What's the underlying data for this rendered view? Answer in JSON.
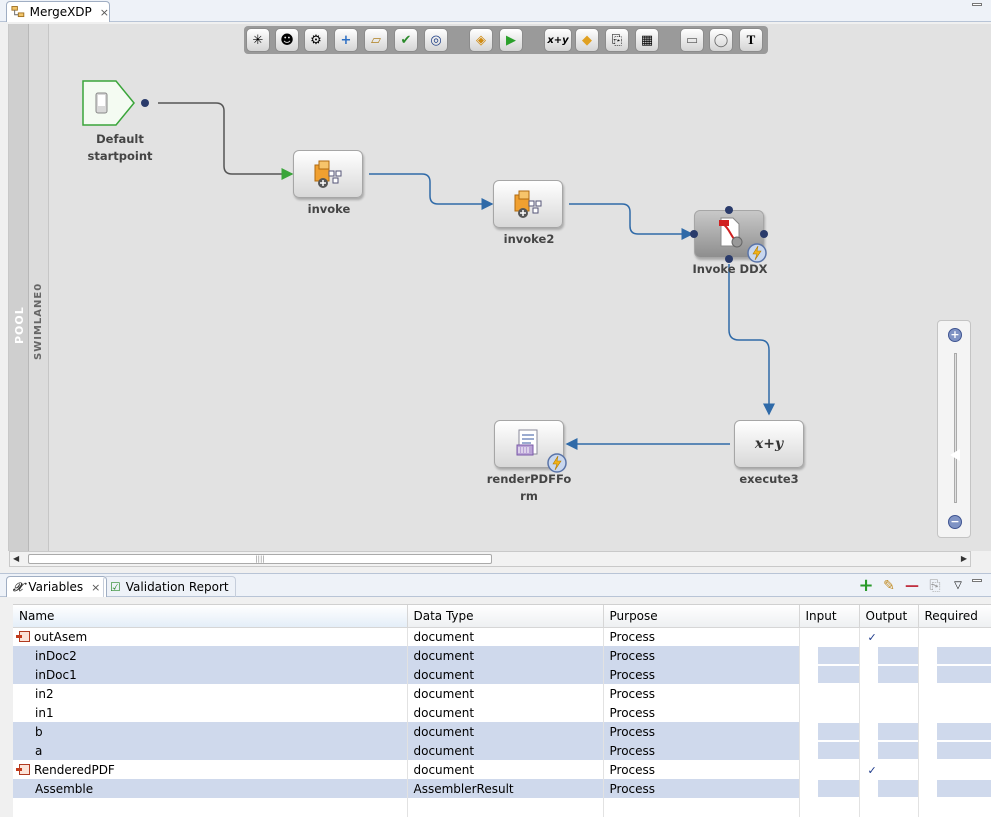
{
  "editor": {
    "tab_title": "MergeXDP",
    "close_glyph": "×"
  },
  "canvas": {
    "pool_label": "POOL",
    "swimlane_label": "SWIMLANE0",
    "palette_tools": [
      {
        "icon": "activity-picker-icon",
        "glyph": "✳"
      },
      {
        "icon": "user-icon",
        "glyph": "☻"
      },
      {
        "icon": "service-icon",
        "glyph": "⚙"
      },
      {
        "icon": "add-icon",
        "glyph": "+"
      },
      {
        "icon": "folder-icon",
        "glyph": "▱"
      },
      {
        "icon": "validate-icon",
        "glyph": "✔"
      },
      {
        "icon": "end-event-icon",
        "glyph": "◎"
      },
      {
        "icon": "gateway-icon",
        "glyph": "◈"
      },
      {
        "icon": "start-route-icon",
        "glyph": "▶"
      },
      {
        "icon": "set-value-icon",
        "glyph": "x+y"
      },
      {
        "icon": "decision-icon",
        "glyph": "◆"
      },
      {
        "icon": "subprocess-icon",
        "glyph": "⎘"
      },
      {
        "icon": "table-icon",
        "glyph": "▦"
      },
      {
        "icon": "rectangle-shape-icon",
        "glyph": "▭"
      },
      {
        "icon": "circle-shape-icon",
        "glyph": "◯"
      },
      {
        "icon": "text-annotation-icon",
        "glyph": "T"
      }
    ],
    "start_point": {
      "label_line1": "Default",
      "label_line2": "startpoint"
    },
    "nodes": {
      "invoke": "invoke",
      "invoke2": "invoke2",
      "invoke_ddx": "Invoke DDX",
      "execute3": "execute3",
      "render_line1": "renderPDFFo",
      "render_line2": "rm",
      "setvalue_glyph": "x+y"
    },
    "zoom": {
      "plus": "+",
      "minus": "−"
    },
    "scroll_grip": "||||"
  },
  "bottom_panel": {
    "tabs": [
      {
        "label": "Variables",
        "icon": "variable-x-icon",
        "glyph": "𝒳",
        "close": "×",
        "active": true
      },
      {
        "label": "Validation Report",
        "icon": "validation-report-icon",
        "glyph": "☑",
        "active": false
      }
    ],
    "toolbar": {
      "add_glyph": "+",
      "edit_glyph": "✎",
      "remove_glyph": "—",
      "copy_glyph": "⎘",
      "menu_glyph": "▽"
    },
    "columns": [
      "Name",
      "Data Type",
      "Purpose",
      "Input",
      "Output",
      "Required"
    ],
    "rows": [
      {
        "name": "outAsem",
        "type": "document",
        "purpose": "Process",
        "input": "",
        "output": "✓",
        "required": "",
        "shaded": false,
        "icon": true
      },
      {
        "name": "inDoc2",
        "type": "document",
        "purpose": "Process",
        "input": "",
        "output": "",
        "required": "",
        "shaded": true,
        "icon": false
      },
      {
        "name": "inDoc1",
        "type": "document",
        "purpose": "Process",
        "input": "",
        "output": "",
        "required": "",
        "shaded": true,
        "icon": false
      },
      {
        "name": "in2",
        "type": "document",
        "purpose": "Process",
        "input": "",
        "output": "",
        "required": "",
        "shaded": false,
        "icon": false
      },
      {
        "name": "in1",
        "type": "document",
        "purpose": "Process",
        "input": "",
        "output": "",
        "required": "",
        "shaded": false,
        "icon": false
      },
      {
        "name": "b",
        "type": "document",
        "purpose": "Process",
        "input": "",
        "output": "",
        "required": "",
        "shaded": true,
        "icon": false
      },
      {
        "name": "a",
        "type": "document",
        "purpose": "Process",
        "input": "",
        "output": "",
        "required": "",
        "shaded": true,
        "icon": false
      },
      {
        "name": "RenderedPDF",
        "type": "document",
        "purpose": "Process",
        "input": "",
        "output": "✓",
        "required": "",
        "shaded": false,
        "icon": true
      },
      {
        "name": "Assemble",
        "type": "AssemblerResult",
        "purpose": "Process",
        "input": "",
        "output": "",
        "required": "",
        "shaded": true,
        "icon": false
      }
    ]
  },
  "colors": {
    "connector": "#2f6aa8",
    "canvas_bg": "#e2e2e2",
    "row_shade": "#cfd9ec",
    "start_green": "#3aa53a"
  }
}
